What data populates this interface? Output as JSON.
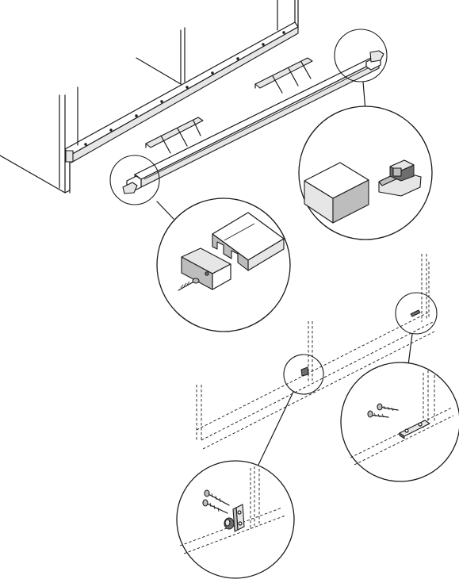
{
  "figure": {
    "kind": "assembly-instruction-diagram",
    "colors": {
      "line": "#1a1a1a",
      "background": "#ffffff",
      "part_light": "#e6e6e6",
      "part_mid": "#bdbdbd",
      "part_dark": "#6e6e6e"
    },
    "icons": [
      "cabinet-base",
      "kick-plate-rail",
      "leg-bracket",
      "end-cap",
      "screw",
      "mounting-plate",
      "clip-bracket"
    ]
  }
}
